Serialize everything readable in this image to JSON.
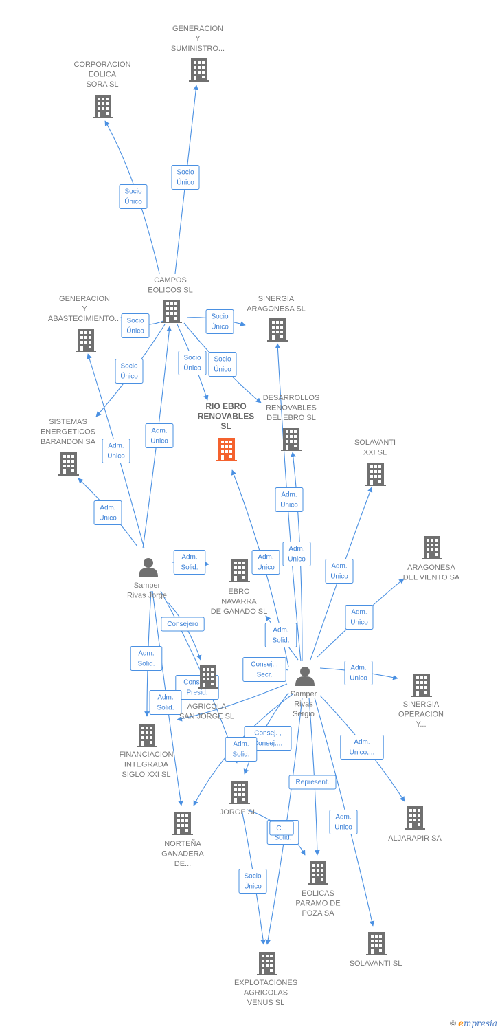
{
  "colors": {
    "edge": "#4a90e2",
    "company": "#707070",
    "focus_company": "#f4622e",
    "person": "#707070",
    "label": "#777777"
  },
  "nodes": [
    {
      "id": "generacion_sum",
      "type": "company",
      "icon": "building-icon",
      "label": [
        "GENERACION",
        "Y",
        "SUMINISTRO..."
      ]
    },
    {
      "id": "corporacion",
      "type": "company",
      "icon": "building-icon",
      "label": [
        "CORPORACION",
        "EOLICA",
        "SORA  SL"
      ]
    },
    {
      "id": "campos",
      "type": "company",
      "icon": "building-icon",
      "label": [
        "CAMPOS",
        "EOLICOS SL"
      ]
    },
    {
      "id": "generacion_abs",
      "type": "company",
      "icon": "building-icon",
      "label": [
        "GENERACION",
        "Y",
        "ABASTECIMIENTO..."
      ]
    },
    {
      "id": "sinergia_ara",
      "type": "company",
      "icon": "building-icon",
      "label": [
        "SINERGIA",
        "ARAGONESA SL"
      ]
    },
    {
      "id": "rio_ebro",
      "type": "company",
      "focus": true,
      "icon": "building-icon",
      "label": [
        "RIO EBRO",
        "RENOVABLES",
        "SL"
      ]
    },
    {
      "id": "desarrollos",
      "type": "company",
      "icon": "building-icon",
      "label": [
        "DESARROLLOS",
        "RENOVABLES",
        "DEL EBRO SL"
      ]
    },
    {
      "id": "sistemas",
      "type": "company",
      "icon": "building-icon",
      "label": [
        "SISTEMAS",
        "ENERGETICOS",
        "BARANDON SA"
      ]
    },
    {
      "id": "solavanti_xxi",
      "type": "company",
      "icon": "building-icon",
      "label": [
        "SOLAVANTI",
        "XXI SL"
      ]
    },
    {
      "id": "aragonesa_viento",
      "type": "company",
      "icon": "building-icon",
      "label": [
        "ARAGONESA",
        "DEL VIENTO SA"
      ]
    },
    {
      "id": "samper_jorge",
      "type": "person",
      "icon": "person-icon",
      "label": [
        "Samper",
        "Rivas Jorge"
      ]
    },
    {
      "id": "ebro_navarra",
      "type": "company",
      "icon": "building-icon",
      "label": [
        "EBRO",
        "NAVARRA",
        "DE GANADO SL"
      ]
    },
    {
      "id": "agricola_sj",
      "type": "company",
      "icon": "building-icon",
      "label": [
        "AGRICOLA",
        "SAN JORGE SL"
      ]
    },
    {
      "id": "samper_sergio",
      "type": "person",
      "icon": "person-icon",
      "label": [
        "Samper",
        "Rivas",
        "Sergio"
      ]
    },
    {
      "id": "sinergia_op",
      "type": "company",
      "icon": "building-icon",
      "label": [
        "SINERGIA",
        "OPERACION",
        "Y..."
      ]
    },
    {
      "id": "financiacion",
      "type": "company",
      "icon": "building-icon",
      "label": [
        "FINANCIACION",
        "INTEGRADA",
        "SIGLO XXI  SL"
      ]
    },
    {
      "id": "jorge_sl",
      "type": "company",
      "icon": "building-icon",
      "label": [
        "JORGE SL"
      ]
    },
    {
      "id": "nortena",
      "type": "company",
      "icon": "building-icon",
      "label": [
        "NORTEÑA",
        "GANADERA",
        "DE..."
      ]
    },
    {
      "id": "aljarapir",
      "type": "company",
      "icon": "building-icon",
      "label": [
        "ALJARAPIR SA"
      ]
    },
    {
      "id": "eolicas_paramo",
      "type": "company",
      "icon": "building-icon",
      "label": [
        "EOLICAS",
        "PARAMO DE",
        "POZA SA"
      ]
    },
    {
      "id": "solavanti_sl",
      "type": "company",
      "icon": "building-icon",
      "label": [
        "SOLAVANTI SL"
      ]
    },
    {
      "id": "explotaciones",
      "type": "company",
      "icon": "building-icon",
      "label": [
        "EXPLOTACIONES",
        "AGRICOLAS",
        "VENUS  SL"
      ]
    }
  ],
  "edges": [
    {
      "from": "campos",
      "to": "generacion_sum",
      "label": [
        "Socio",
        "Único"
      ]
    },
    {
      "from": "campos",
      "to": "corporacion",
      "label": [
        "Socio",
        "Único"
      ]
    },
    {
      "from": "campos",
      "to": "generacion_abs",
      "label": [
        "Socio",
        "Único"
      ]
    },
    {
      "from": "campos",
      "to": "sinergia_ara",
      "label": [
        "Socio",
        "Único"
      ]
    },
    {
      "from": "campos",
      "to": "sistemas",
      "label": [
        "Socio",
        "Único"
      ]
    },
    {
      "from": "campos",
      "to": "rio_ebro",
      "label": [
        "Socio",
        "Único"
      ]
    },
    {
      "from": "campos",
      "to": "desarrollos",
      "label": [
        "Socio",
        "Único"
      ]
    },
    {
      "from": "samper_jorge",
      "to": "campos",
      "label": [
        "Adm.",
        "Unico"
      ]
    },
    {
      "from": "samper_jorge",
      "to": "generacion_abs",
      "label": [
        "Adm.",
        "Unico"
      ]
    },
    {
      "from": "samper_jorge",
      "to": "sistemas",
      "label": [
        "Adm.",
        "Unico"
      ]
    },
    {
      "from": "samper_jorge",
      "to": "ebro_navarra",
      "label": [
        "Adm.",
        "Solid."
      ]
    },
    {
      "from": "samper_jorge",
      "to": "agricola_sj",
      "label": [
        "Consejero"
      ]
    },
    {
      "from": "samper_jorge",
      "to": "financiacion",
      "label": [
        "Adm.",
        "Solid."
      ]
    },
    {
      "from": "samper_jorge",
      "to": "jorge_sl",
      "label": [
        "Consej. ,",
        "Presid."
      ]
    },
    {
      "from": "samper_jorge",
      "to": "nortena",
      "label": [
        "Adm.",
        "Solid."
      ]
    },
    {
      "from": "samper_sergio",
      "to": "rio_ebro",
      "label": [
        "Adm.",
        "Unico"
      ]
    },
    {
      "from": "samper_sergio",
      "to": "sinergia_ara",
      "label": [
        "Adm.",
        "Unico"
      ]
    },
    {
      "from": "samper_sergio",
      "to": "desarrollos",
      "label": [
        "Adm.",
        "Unico"
      ]
    },
    {
      "from": "samper_sergio",
      "to": "solavanti_xxi",
      "label": [
        "Adm.",
        "Unico"
      ]
    },
    {
      "from": "samper_sergio",
      "to": "aragonesa_viento",
      "label": [
        "Adm.",
        "Unico"
      ]
    },
    {
      "from": "samper_sergio",
      "to": "ebro_navarra",
      "label": [
        "Adm.",
        "Solid."
      ]
    },
    {
      "from": "samper_sergio",
      "to": "agricola_sj",
      "label": [
        "Consej. ,",
        "Secr."
      ]
    },
    {
      "from": "samper_sergio",
      "to": "sinergia_op",
      "label": [
        "Adm.",
        "Unico"
      ]
    },
    {
      "from": "samper_sergio",
      "to": "financiacion",
      "label": [
        "Adm.",
        "Solid."
      ]
    },
    {
      "from": "samper_sergio",
      "to": "jorge_sl",
      "label": [
        "Consej. ,",
        "Consej...."
      ]
    },
    {
      "from": "samper_sergio",
      "to": "nortena",
      "label": [
        "Adm.",
        "Solid."
      ]
    },
    {
      "from": "samper_sergio",
      "to": "aljarapir",
      "label": [
        "Adm.",
        "Unico,..."
      ]
    },
    {
      "from": "samper_sergio",
      "to": "eolicas_paramo",
      "label": [
        "Represent."
      ]
    },
    {
      "from": "samper_sergio",
      "to": "solavanti_sl",
      "label": [
        "Adm.",
        "Unico"
      ]
    },
    {
      "from": "samper_sergio",
      "to": "explotaciones",
      "label": [
        "Adm.",
        "Solid."
      ]
    },
    {
      "from": "jorge_sl",
      "to": "explotaciones",
      "label": [
        "Socio",
        "Único"
      ]
    },
    {
      "from": "jorge_sl",
      "to": "eolicas_paramo",
      "label": [
        "C..."
      ]
    }
  ],
  "brand": {
    "copyright": "©",
    "logo_e": "e",
    "logo_rest": "mpresia"
  }
}
